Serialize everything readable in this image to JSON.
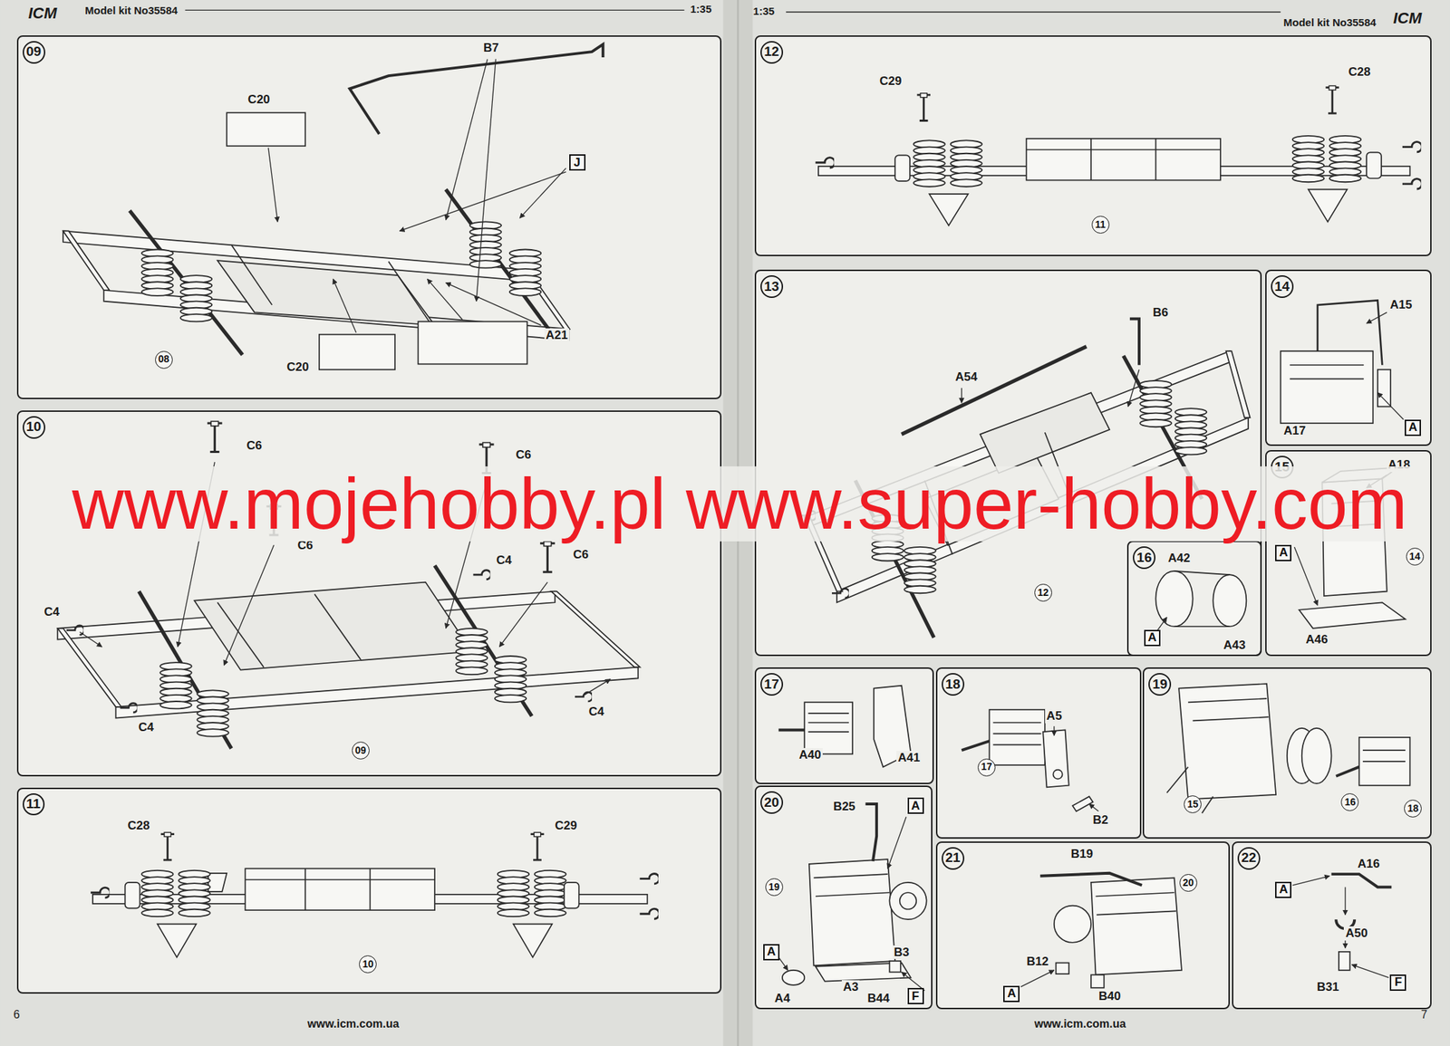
{
  "diagram": {
    "nodes": [
      {
        "text": [
          "09"
        ]
      },
      {
        "text": [
          "J"
        ],
        "in": 0
      },
      {
        "text": [
          "08"
        ],
        "in": 0
      },
      {
        "text": [
          "10"
        ]
      },
      {
        "text": [
          "09"
        ],
        "in": 3
      },
      {
        "text": [
          "11"
        ]
      },
      {
        "text": [
          "10"
        ],
        "in": 5
      },
      {
        "text": [
          "12"
        ]
      },
      {
        "text": [
          "11"
        ],
        "in": 7
      },
      {
        "text": [
          "13"
        ]
      },
      {
        "text": [
          "12"
        ],
        "in": 9
      },
      {
        "text": [
          "16"
        ],
        "in": 9
      },
      {
        "text": [
          "A"
        ],
        "in": 11
      },
      {
        "text": [
          "14"
        ]
      },
      {
        "text": [
          "A"
        ],
        "in": 13
      },
      {
        "text": [
          "15"
        ]
      },
      {
        "text": [
          "A"
        ],
        "in": 15
      },
      {
        "text": [
          "14"
        ],
        "in": 15
      },
      {
        "text": [
          "17"
        ]
      },
      {
        "text": [
          "18"
        ]
      },
      {
        "text": [
          "17"
        ],
        "in": 19
      },
      {
        "text": [
          "19"
        ]
      },
      {
        "text": [
          "15"
        ],
        "in": 21
      },
      {
        "text": [
          "16"
        ],
        "in": 21
      },
      {
        "text": [
          "18"
        ],
        "in": 21
      },
      {
        "text": [
          "20"
        ]
      },
      {
        "text": [
          "A"
        ],
        "in": 25
      },
      {
        "text": [
          "19"
        ],
        "in": 25
      },
      {
        "text": [
          "A"
        ],
        "in": 25
      },
      {
        "text": [
          "F"
        ],
        "in": 25
      },
      {
        "text": [
          "21"
        ]
      },
      {
        "text": [
          "20"
        ],
        "in": 30
      },
      {
        "text": [
          "A"
        ],
        "in": 30
      },
      {
        "text": [
          "22"
        ]
      },
      {
        "text": [
          "A"
        ],
        "in": 33
      },
      {
        "text": [
          "F"
        ],
        "in": 33
      }
    ],
    "labels": [
      "ICM",
      "Model kit No35584",
      "1:35",
      "1:35",
      "Model kit No35584",
      "ICM",
      "B7",
      "C20",
      "A21",
      "C20",
      "C6",
      "C6",
      "C6",
      "C4",
      "C6",
      "C4",
      "C4",
      "C4",
      "C28",
      "C29",
      "C29",
      "C28",
      "B6",
      "A54",
      "A15",
      "A17",
      "A18",
      "A46",
      "A42",
      "A43",
      "A40",
      "A41",
      "A5",
      "B2",
      "B25",
      "A4",
      "A3",
      "B3",
      "B44",
      "B19",
      "B12",
      "B40",
      "A16",
      "A50",
      "B31",
      "www.mojehobby.pl www.super-hobby.com",
      "6",
      "www.icm.com.ua",
      "www.icm.com.ua",
      "7"
    ]
  }
}
